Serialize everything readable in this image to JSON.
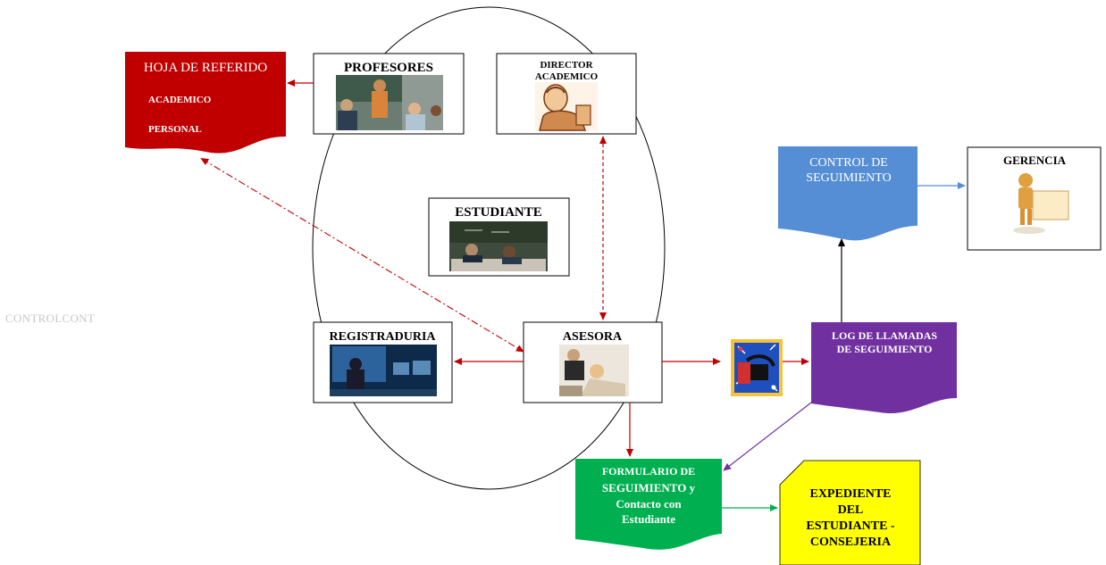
{
  "watermark": "CONTROLCONT",
  "nodes": {
    "hoja_referido": {
      "title": "HOJA DE REFERIDO",
      "items": [
        "ACADEMICO",
        "PERSONAL"
      ],
      "color": "#c00000"
    },
    "profesores": {
      "title": "PROFESORES",
      "image": "classroom-teacher"
    },
    "director": {
      "title_line1": "DIRECTOR",
      "title_line2": "ACADEMICO",
      "image": "thinking-man-cartoon"
    },
    "estudiante": {
      "title": "ESTUDIANTE",
      "image": "students-at-desk"
    },
    "registraduria": {
      "title": "REGISTRADURIA",
      "image": "office-computers"
    },
    "asesora": {
      "title": "ASESORA",
      "image": "counselor-session"
    },
    "telefono": {
      "image": "telephone-icon"
    },
    "log_llamadas": {
      "title_line1": "LOG DE LLAMADAS",
      "title_line2": "DE SEGUIMIENTO",
      "color": "#7030a0"
    },
    "control_seguimiento": {
      "title_line1": "CONTROL DE",
      "title_line2": "SEGUIMIENTO",
      "color": "#558ed5"
    },
    "gerencia": {
      "title": "GERENCIA",
      "image": "figure-with-sign"
    },
    "formulario": {
      "lines": [
        "FORMULARIO DE",
        "SEGUIMIENTO y",
        "Contacto con",
        "Estudiante"
      ],
      "color": "#00b050"
    },
    "expediente": {
      "lines": [
        "EXPEDIENTE",
        "DEL",
        "ESTUDIANTE -",
        "CONSEJERIA"
      ],
      "color": "#ffff00"
    }
  },
  "colors": {
    "red_arrow": "#c00000",
    "blue_arrow": "#558ed5",
    "purple_arrow": "#7030a0",
    "green_arrow": "#00b050",
    "black_arrow": "#000000"
  }
}
